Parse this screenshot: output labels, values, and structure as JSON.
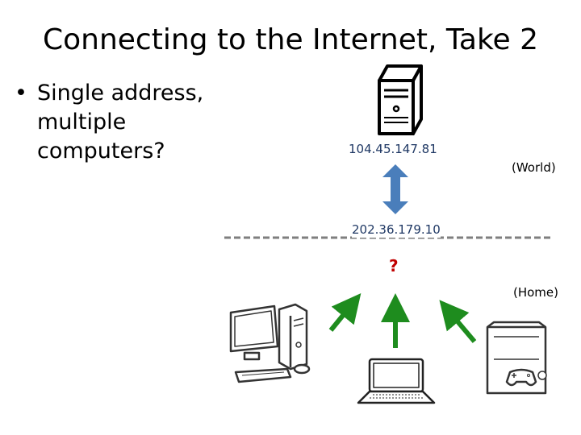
{
  "title": "Connecting to the Internet, Take 2",
  "bullets": [
    {
      "marker": "•",
      "text": "Single address, multiple computers?"
    }
  ],
  "diagram": {
    "server_ip": "104.45.147.81",
    "home_ip": "202.36.179.10",
    "world_label": "(World)",
    "home_label": "(Home)",
    "unknown_mark": "?",
    "devices": [
      "desktop-computer-icon",
      "laptop-icon",
      "game-console-icon"
    ],
    "colors": {
      "link_arrow": "#4a7ebb",
      "device_arrow": "#1e8c1e",
      "boundary_line": "#7f7f7f",
      "unknown_mark": "#c00000",
      "ip_text": "#1f3864"
    }
  }
}
